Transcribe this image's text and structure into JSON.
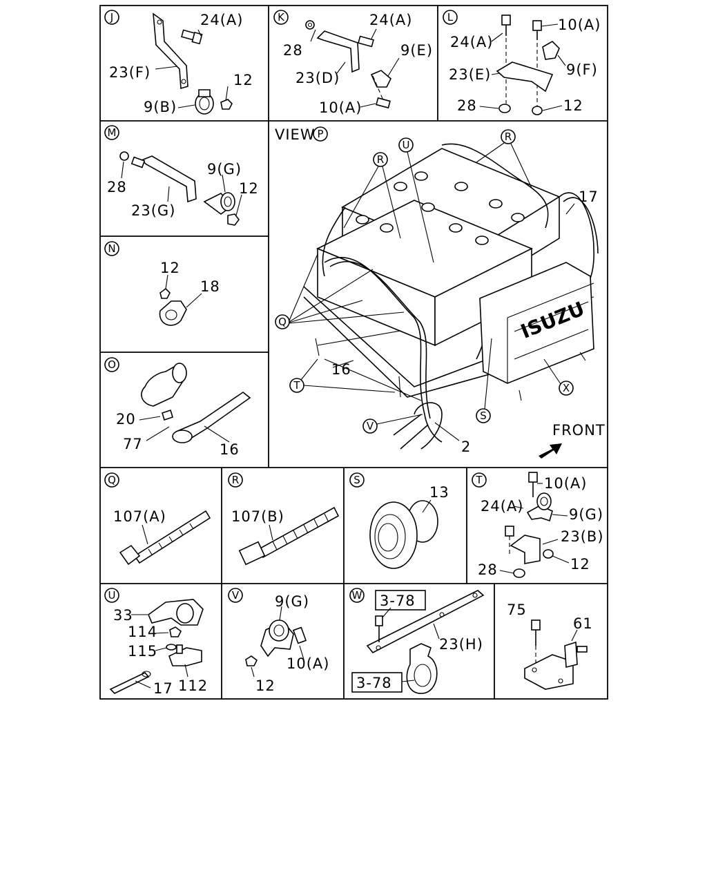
{
  "panels": {
    "J": {
      "letter": "J",
      "labels": {
        "l24a": "24(A)",
        "l23f": "23(F)",
        "l12": "12",
        "l9b": "9(B)"
      }
    },
    "K": {
      "letter": "K",
      "labels": {
        "l24a": "24(A)",
        "l28": "28",
        "l9e": "9(E)",
        "l23d": "23(D)",
        "l10a": "10(A)"
      }
    },
    "L": {
      "letter": "L",
      "labels": {
        "l10a": "10(A)",
        "l24a": "24(A)",
        "l9f": "9(F)",
        "l23e": "23(E)",
        "l28": "28",
        "l12": "12"
      }
    },
    "M": {
      "letter": "M",
      "labels": {
        "l9g": "9(G)",
        "l12": "12",
        "l28": "28",
        "l23g": "23(G)"
      }
    },
    "N": {
      "letter": "N",
      "labels": {
        "l12": "12",
        "l18": "18"
      }
    },
    "O": {
      "letter": "O",
      "labels": {
        "l20": "20",
        "l77": "77",
        "l16": "16"
      }
    },
    "P": {
      "view_word": "VIEW",
      "letter": "P",
      "labels": {
        "l17": "17",
        "l16": "16",
        "l2": "2",
        "front": "FRONT"
      },
      "callouts": {
        "R1": "R",
        "R2": "R",
        "U": "U",
        "Q": "Q",
        "T": "T",
        "V": "V",
        "S": "S",
        "X": "X"
      },
      "badge": "ISUZU"
    },
    "Q": {
      "letter": "Q",
      "labels": {
        "l107a": "107(A)"
      }
    },
    "R": {
      "letter": "R",
      "labels": {
        "l107b": "107(B)"
      }
    },
    "S": {
      "letter": "S",
      "labels": {
        "l13": "13"
      }
    },
    "T": {
      "letter": "T",
      "labels": {
        "l10a": "10(A)",
        "l24a": "24(A)",
        "l9g": "9(G)",
        "l23b": "23(B)",
        "l12": "12",
        "l28": "28"
      }
    },
    "U": {
      "letter": "U",
      "labels": {
        "l33": "33",
        "l114": "114",
        "l115": "115",
        "l17": "17",
        "l112": "112"
      }
    },
    "V": {
      "letter": "V",
      "labels": {
        "l9g": "9(G)",
        "l10a": "10(A)",
        "l12": "12"
      }
    },
    "W": {
      "letter": "W",
      "labels": {
        "ref1": "3-78",
        "l23h": "23(H)",
        "ref2": "3-78"
      }
    },
    "Z": {
      "labels": {
        "l75": "75",
        "l61": "61"
      }
    }
  }
}
